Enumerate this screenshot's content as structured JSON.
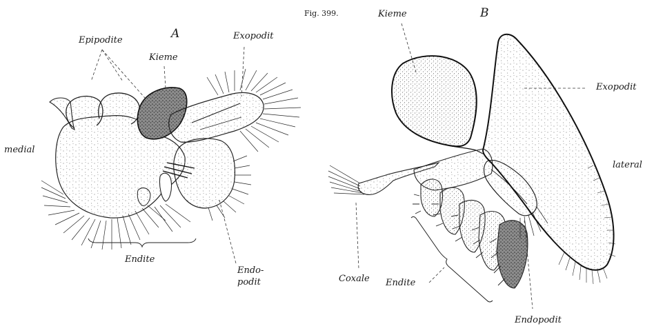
{
  "figure": {
    "caption": "Fig. 399.",
    "panel_a": "A",
    "panel_b": "B"
  },
  "labels_a": {
    "epipodite": "Epipodite",
    "kieme": "Kieme",
    "exopodit": "Exopodit",
    "medial": "medial",
    "endite": "Endite",
    "endopodit_line1": "Endo-",
    "endopodit_line2": "podit"
  },
  "labels_b": {
    "kieme": "Kieme",
    "exopodit": "Exopodit",
    "lateral": "lateral",
    "coxale": "Coxale",
    "endite": "Endite",
    "endopodit": "Endopodit"
  }
}
